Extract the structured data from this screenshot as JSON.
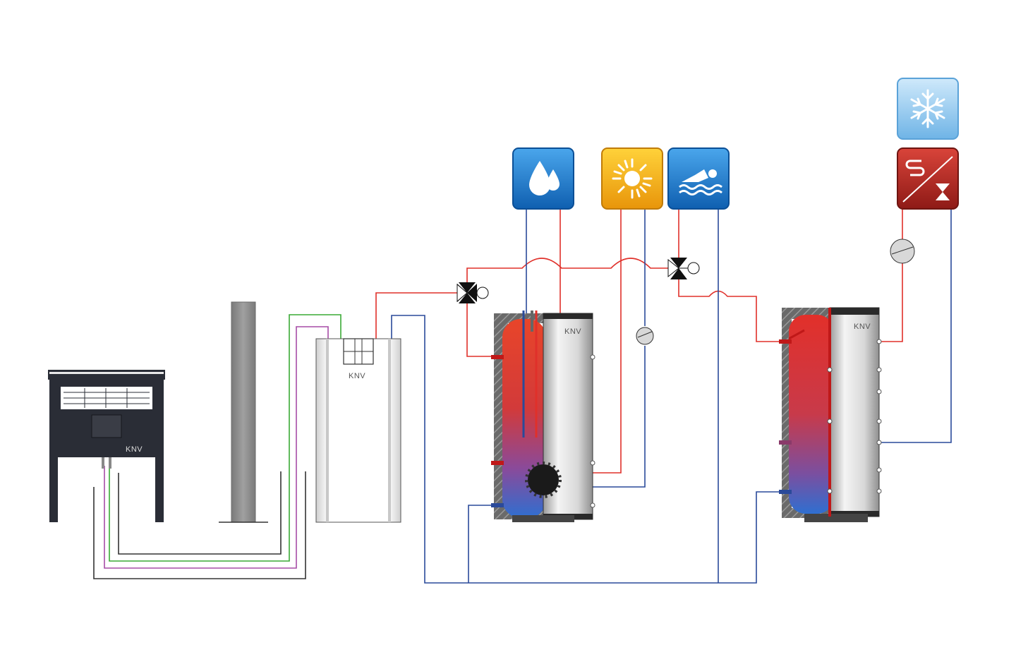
{
  "diagram": {
    "brand": {
      "logo_text": "KNV"
    },
    "colors": {
      "hot_pipe": "#e0302a",
      "cold_pipe": "#2a4a9a",
      "brine_green": "#3aaa35",
      "brine_purple": "#a64ca6",
      "ground_pipe": "#333333",
      "tank_hot": "#e23a2a",
      "tank_cold": "#2f6fd0",
      "insulation": "#6a6a6a",
      "steel": "#c8c8c8"
    },
    "components": [
      {
        "id": "air-heat-exchanger",
        "icon": "outdoor-unit-icon"
      },
      {
        "id": "ground-probe",
        "icon": "borehole-probe-icon"
      },
      {
        "id": "heat-pump",
        "icon": "heat-pump-icon"
      },
      {
        "id": "hot-water-tank",
        "icon": "hot-water-tank-icon"
      },
      {
        "id": "buffer-tank",
        "icon": "buffer-tank-icon"
      }
    ],
    "consumers": [
      {
        "id": "hot-water",
        "icon": "water-drop-icon",
        "color": "#1f73c8"
      },
      {
        "id": "solar",
        "icon": "sun-icon",
        "color": "#f2a60c"
      },
      {
        "id": "pool",
        "icon": "swimmer-icon",
        "color": "#1f73c8"
      },
      {
        "id": "cooling",
        "icon": "snowflake-icon",
        "color": "#6fb7ea"
      },
      {
        "id": "heating",
        "icon": "radiator-heating-icon",
        "color": "#b8221e"
      }
    ]
  }
}
